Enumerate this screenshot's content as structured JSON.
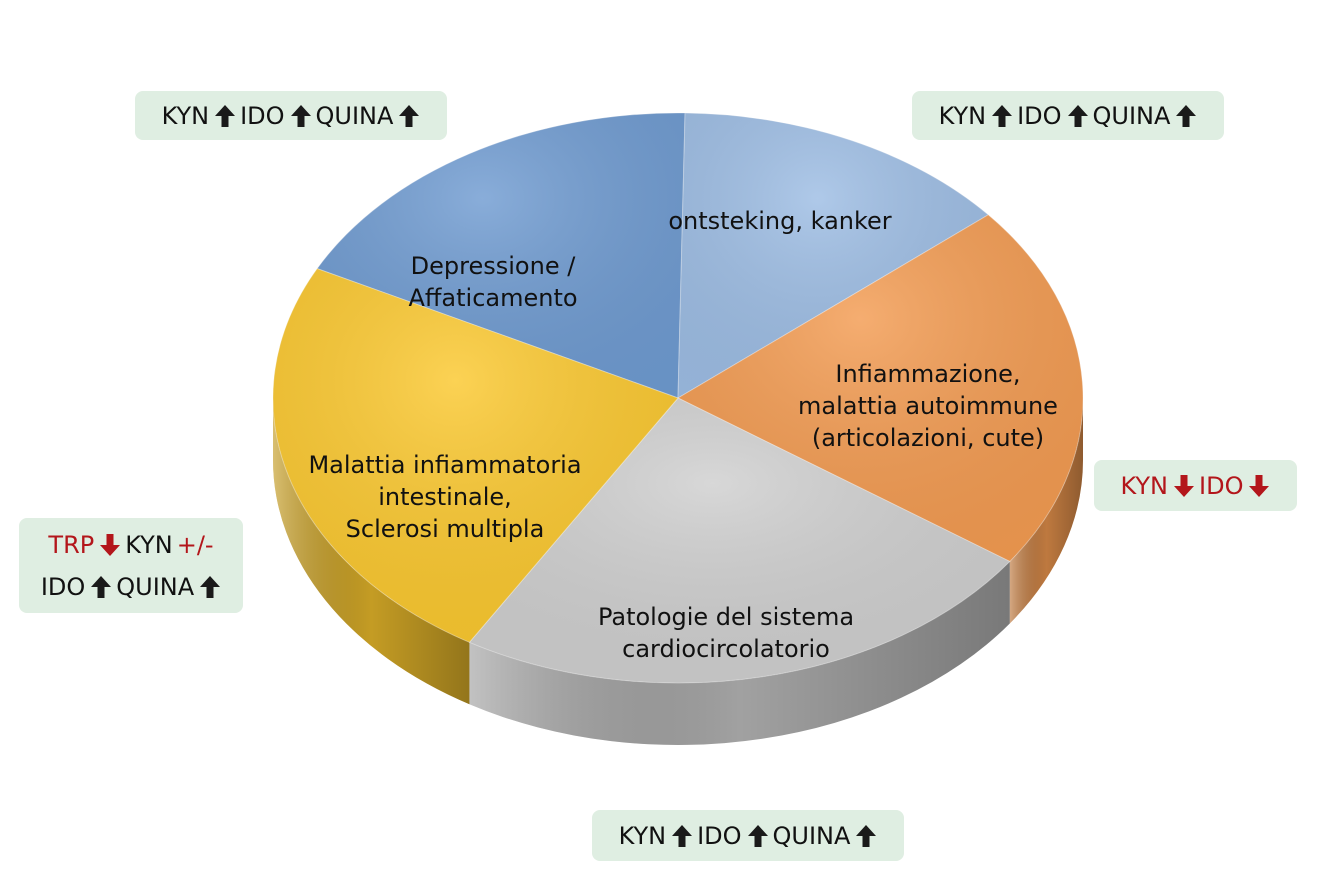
{
  "colors": {
    "badge_bg": "#dfeee2",
    "text": "#111111",
    "red": "#b3161b",
    "arrow_dark": "#1a1a1a"
  },
  "segments": [
    {
      "id": "depressione",
      "lines": [
        "Depressione /",
        "Affaticamento"
      ],
      "color": "#6f9bd1"
    },
    {
      "id": "ontsteking",
      "lines": [
        "ontsteking, kanker"
      ],
      "color": "#9dbde4"
    },
    {
      "id": "infiammazione",
      "lines": [
        "Infiammazione,",
        "malattia autoimmune",
        "(articolazioni, cute)"
      ],
      "color": "#f39b51"
    },
    {
      "id": "cardio",
      "lines": [
        "Patologie del sistema",
        "cardiocircolatorio"
      ],
      "color": "#cfcfcf"
    },
    {
      "id": "intestinale",
      "lines": [
        "Malattia infiammatoria",
        "intestinale,",
        "Sclerosi multipla"
      ],
      "color": "#fbc82e"
    }
  ],
  "badges": {
    "top_left": [
      {
        "text": "KYN",
        "arrow": "up",
        "color": "dark"
      },
      {
        "text": "IDO",
        "arrow": "up",
        "color": "dark"
      },
      {
        "text": "QUINA",
        "arrow": "up",
        "color": "dark"
      }
    ],
    "top_right": [
      {
        "text": "KYN",
        "arrow": "up",
        "color": "dark"
      },
      {
        "text": "IDO",
        "arrow": "up",
        "color": "dark"
      },
      {
        "text": "QUINA",
        "arrow": "up",
        "color": "dark"
      }
    ],
    "right": [
      {
        "text": "KYN",
        "arrow": "down",
        "color": "red"
      },
      {
        "text": "IDO",
        "arrow": "down",
        "color": "red"
      }
    ],
    "left": [
      {
        "text": "TRP",
        "arrow": "down",
        "color": "red"
      },
      {
        "text": "KYN",
        "arrow": "none",
        "color": "dark"
      },
      {
        "text": "+/-",
        "arrow": "none",
        "color": "red",
        "break_after": true
      },
      {
        "text": "IDO",
        "arrow": "up",
        "color": "dark"
      },
      {
        "text": "QUINA",
        "arrow": "up",
        "color": "dark"
      }
    ],
    "bottom": [
      {
        "text": "KYN",
        "arrow": "up",
        "color": "dark"
      },
      {
        "text": "IDO",
        "arrow": "up",
        "color": "dark"
      },
      {
        "text": "QUINA",
        "arrow": "up",
        "color": "dark"
      }
    ]
  }
}
